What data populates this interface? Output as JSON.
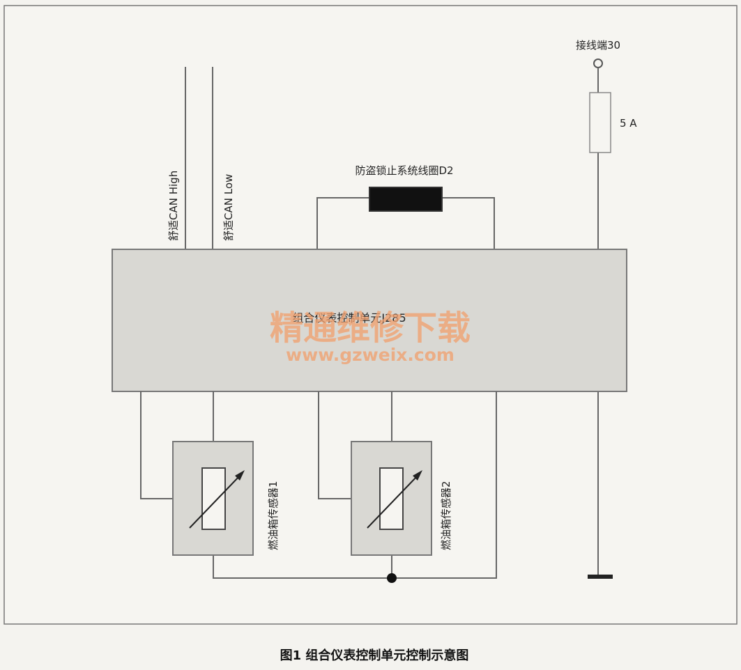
{
  "figure": {
    "caption": "图1 组合仪表控制单元控制示意图"
  },
  "diagram": {
    "can_high_label": "舒适CAN High",
    "can_low_label": "舒适CAN Low",
    "terminal_label": "接线端30",
    "fuse_label": "5 A",
    "coil_label": "防盗锁止系统线圈D2",
    "control_unit_label": "组合仪表控制单元J285",
    "sensor1_label": "燃油箱传感器1",
    "sensor2_label": "燃油箱传感器2"
  },
  "watermark": {
    "title": "精通维修下载",
    "url": "www.gzweix.com"
  }
}
